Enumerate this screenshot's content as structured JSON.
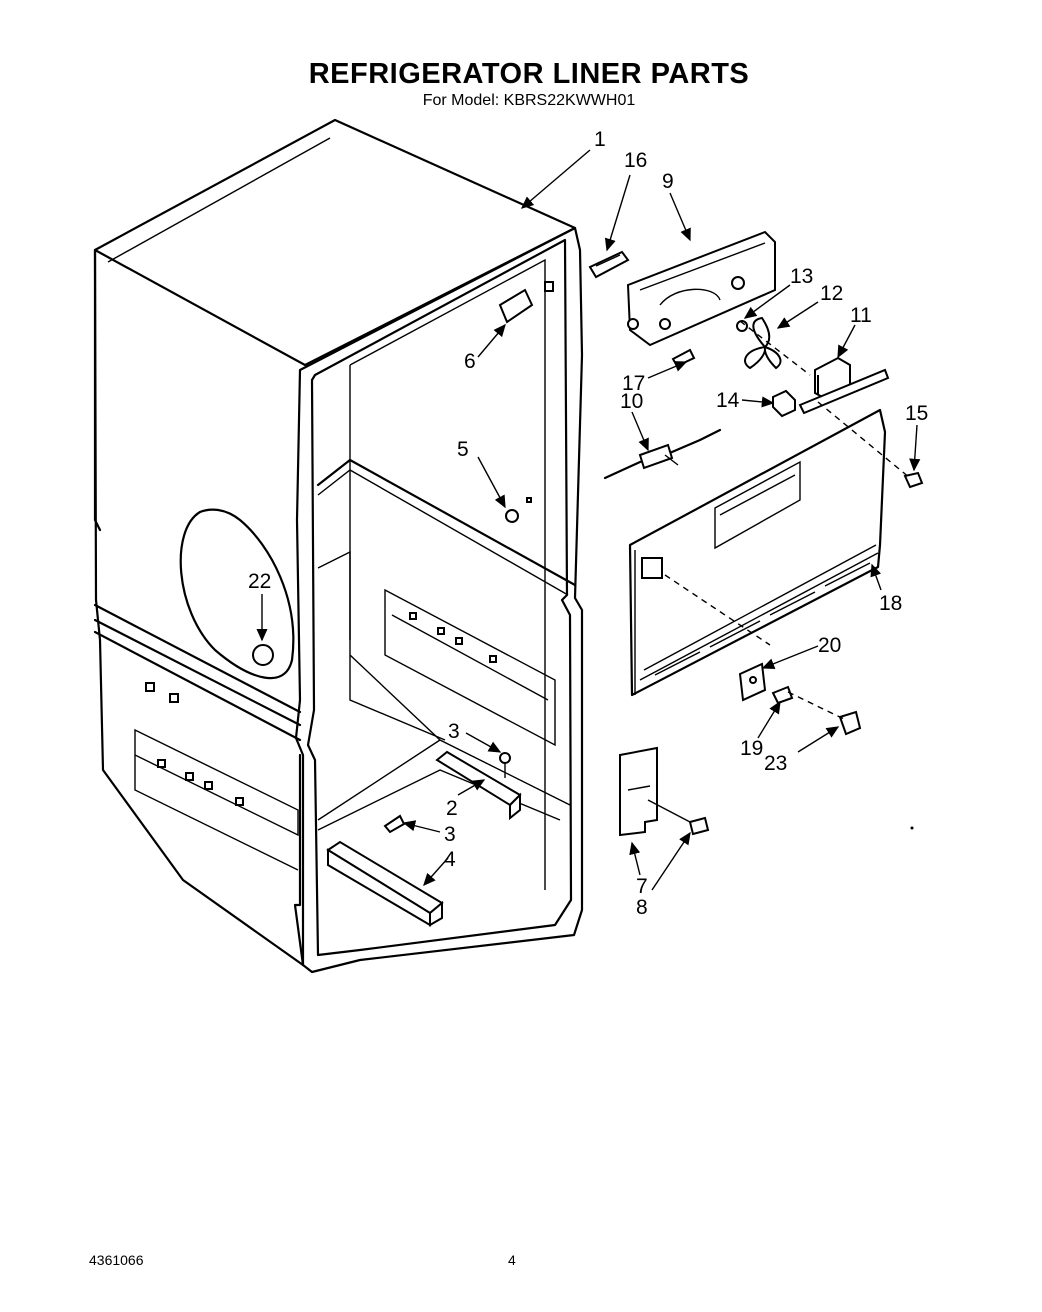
{
  "header": {
    "title": "REFRIGERATOR LINER PARTS",
    "subtitle": "For Model: KBRS22KWWH01"
  },
  "footer": {
    "doc_number": "4361066",
    "page_number": "4"
  },
  "callouts": {
    "c1": "1",
    "c2": "2",
    "c3a": "3",
    "c3b": "3",
    "c4": "4",
    "c5": "5",
    "c6": "6",
    "c7": "7",
    "c8": "8",
    "c9": "9",
    "c10": "10",
    "c11": "11",
    "c12": "12",
    "c13": "13",
    "c14": "14",
    "c15": "15",
    "c16": "16",
    "c17": "17",
    "c18": "18",
    "c19": "19",
    "c20": "20",
    "c22": "22",
    "c23": "23"
  }
}
